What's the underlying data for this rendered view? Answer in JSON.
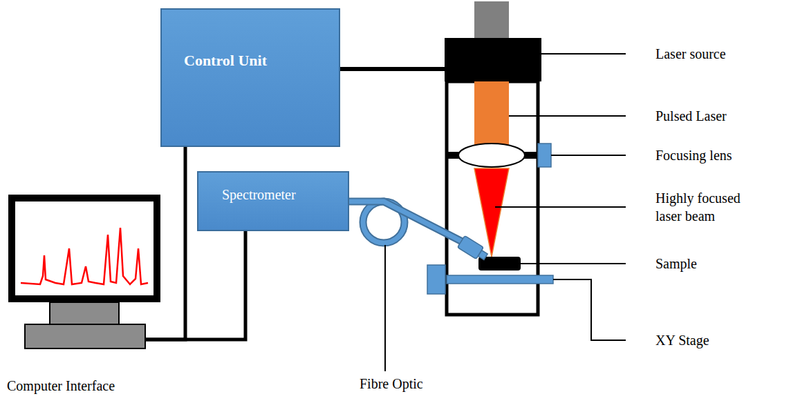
{
  "diagram": {
    "nodes": [
      {
        "text": [
          "Control Unit"
        ]
      },
      {
        "text": [
          "Spectrometer"
        ]
      },
      {
        "text": [
          "Computer Interface"
        ]
      }
    ],
    "edges": [
      {
        "from": 2,
        "to": 0,
        "arrow": "none"
      },
      {
        "from": 2,
        "to": 1,
        "arrow": "none"
      }
    ],
    "labels": [
      "Laser source",
      "Pulsed Laser",
      "Focusing lens",
      "Highly focused laser beam",
      "Sample",
      "XY Stage",
      "Fibre Optic"
    ]
  }
}
